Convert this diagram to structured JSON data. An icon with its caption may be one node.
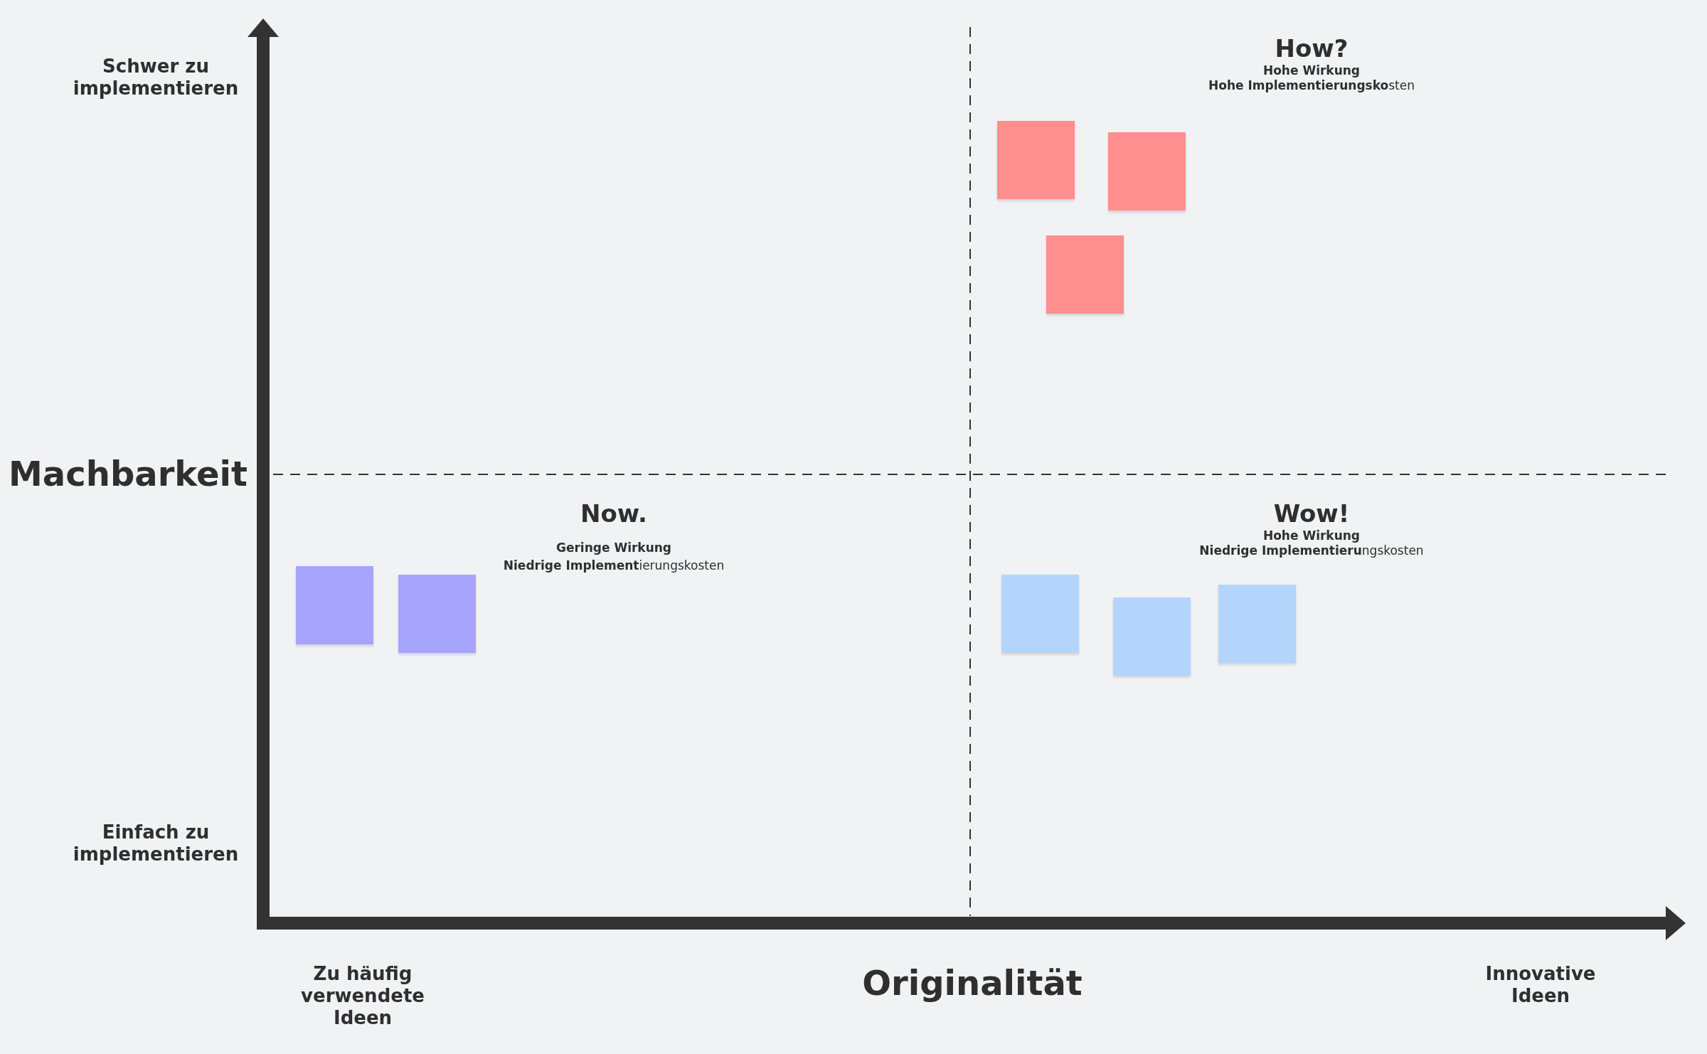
{
  "diagram": {
    "nodes": [
      {
        "text": [],
        "shape": "box"
      },
      {
        "text": [],
        "shape": "box"
      },
      {
        "text": [],
        "shape": "box"
      },
      {
        "text": [],
        "shape": "box"
      },
      {
        "text": [],
        "shape": "box"
      },
      {
        "text": [],
        "shape": "box"
      },
      {
        "text": [],
        "shape": "box"
      },
      {
        "text": [],
        "shape": "box"
      }
    ],
    "labels": [
      "Schwer zu implementieren",
      "How?",
      "Hohe Wirkung",
      "**Hohe Implementierungsko**sten",
      "Machbarkeit",
      "Now.",
      "Geringe Wirkung",
      "**Niedrige Implement**ierungskosten",
      "Wow!",
      "Hohe Wirkung",
      "**Niedrige Implementieru**ngskosten",
      "Einfach zu implementieren",
      "Zu häufig verwendete Ideen",
      "Originalität",
      "Innovative Ideen"
    ]
  }
}
